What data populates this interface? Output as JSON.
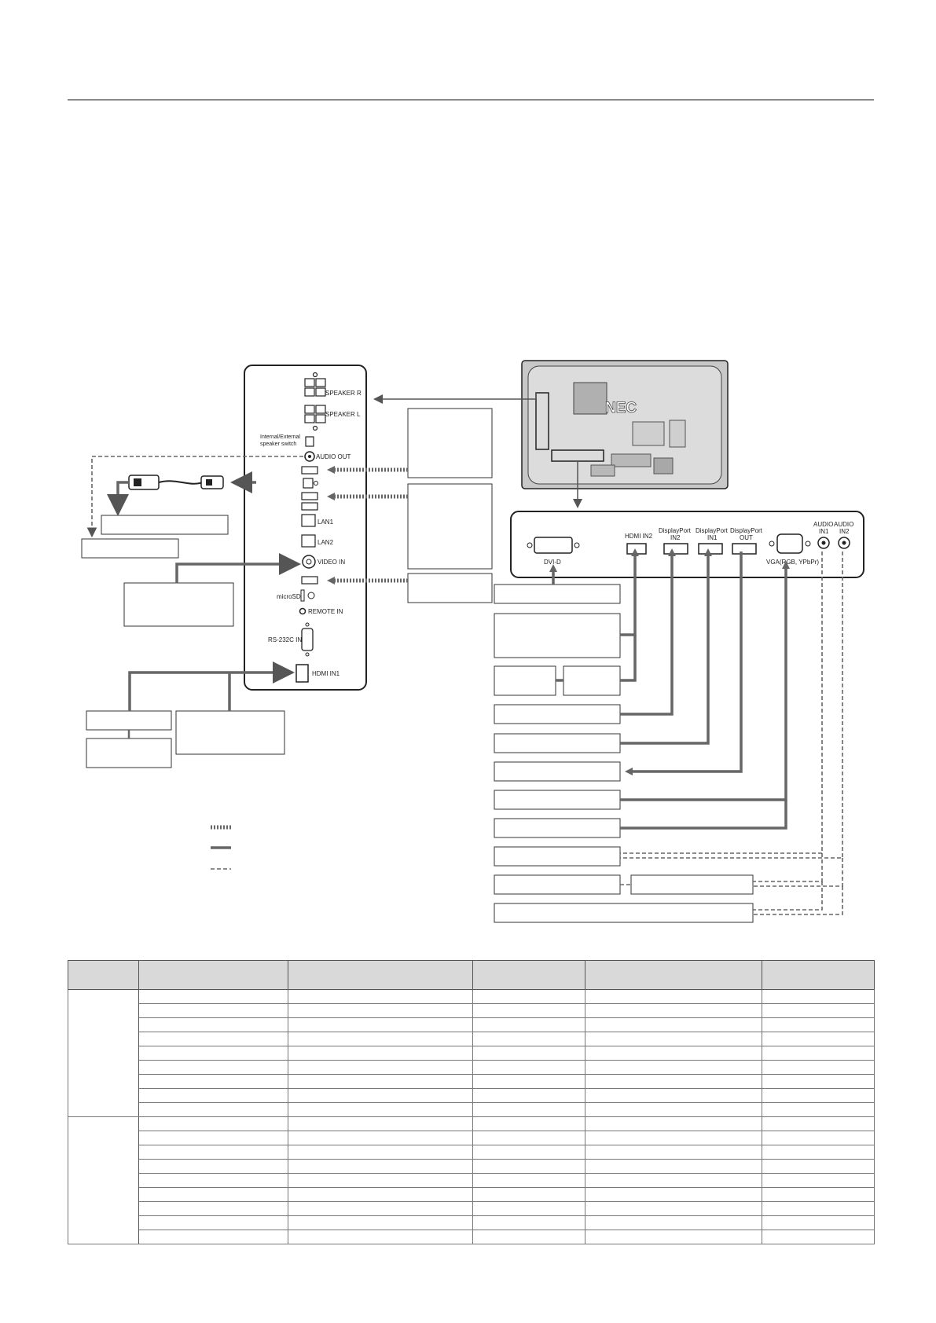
{
  "rear_ports": {
    "speaker_r": "SPEAKER R",
    "speaker_l": "SPEAKER L",
    "speaker_switch_line1": "Internal/External",
    "speaker_switch_line2": "speaker switch",
    "audio_out": "AUDIO OUT",
    "lan1": "LAN1",
    "lan2": "LAN2",
    "video_in": "VIDEO IN",
    "microsd": "microSD",
    "remote_in": "REMOTE IN",
    "rs232c_in": "RS-232C IN",
    "hdmi_in1": "HDMI IN1"
  },
  "bottom_ports": {
    "dvi_d": "DVI-D",
    "hdmi_in2": "HDMI IN2",
    "dp_in2_line1": "DisplayPort",
    "dp_in2_line2": "IN2",
    "dp_in1_line1": "DisplayPort",
    "dp_in1_line2": "IN1",
    "dp_out_line1": "DisplayPort",
    "dp_out_line2": "OUT",
    "vga": "VGA(RGB, YPbPr)",
    "audio_in1_line1": "AUDIO",
    "audio_in1_line2": "IN1",
    "audio_in2_line1": "AUDIO",
    "audio_in2_line2": "IN2"
  },
  "brand_logo": "NEC",
  "table": {
    "column_count": 6,
    "group_count": 2,
    "rows_per_group": 9
  }
}
